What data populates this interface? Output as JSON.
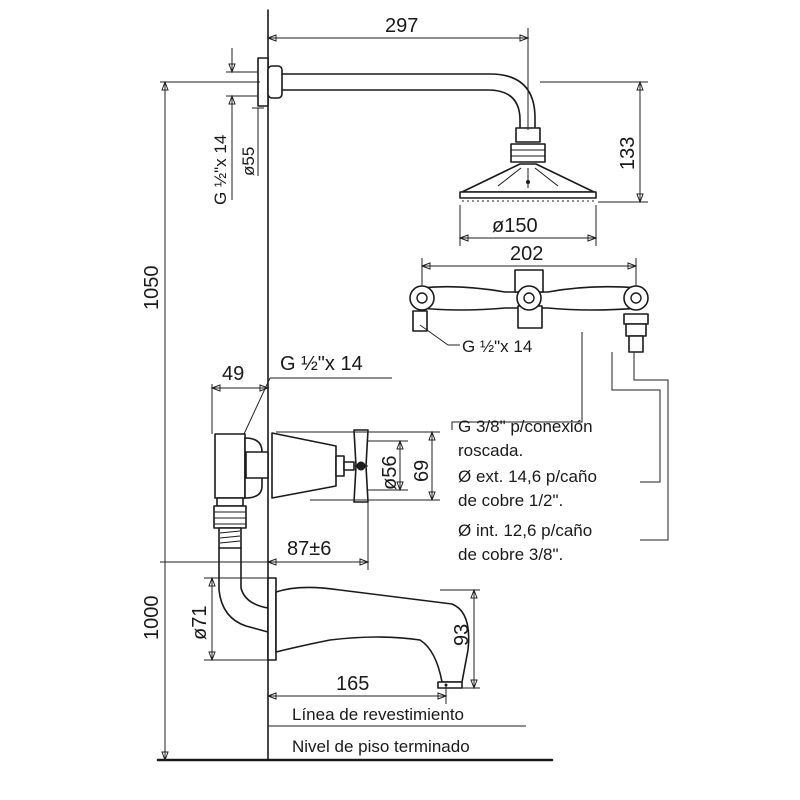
{
  "dimensions": {
    "arm_length": "297",
    "arm_drop": "133",
    "head_diameter": "ø150",
    "valve_centers": "202",
    "total_height": "1050",
    "spout_height": "1000",
    "outlet_thread": "G ½\"x 14",
    "flange_diameter": "ø55",
    "wall_offset": "49",
    "valve_thread": "G ½\"x 14",
    "escutcheon_inner": "ø56",
    "escutcheon_outer": "69",
    "valve_projection": "87±6",
    "spout_flange": "ø71",
    "spout_drop": "93",
    "spout_reach": "165",
    "inlet_thread": "G ½\"x 14"
  },
  "notes": {
    "line1": "G 3/8\" p/conexión",
    "line2": "roscada.",
    "line3": "Ø ext. 14,6 p/caño",
    "line4": "de cobre 1/2\".",
    "line5": "Ø int. 12,6 p/caño",
    "line6": "de cobre 3/8\"."
  },
  "levels": {
    "cladding_line": "Línea de revestimiento",
    "finished_floor": "Nivel de piso terminado"
  }
}
